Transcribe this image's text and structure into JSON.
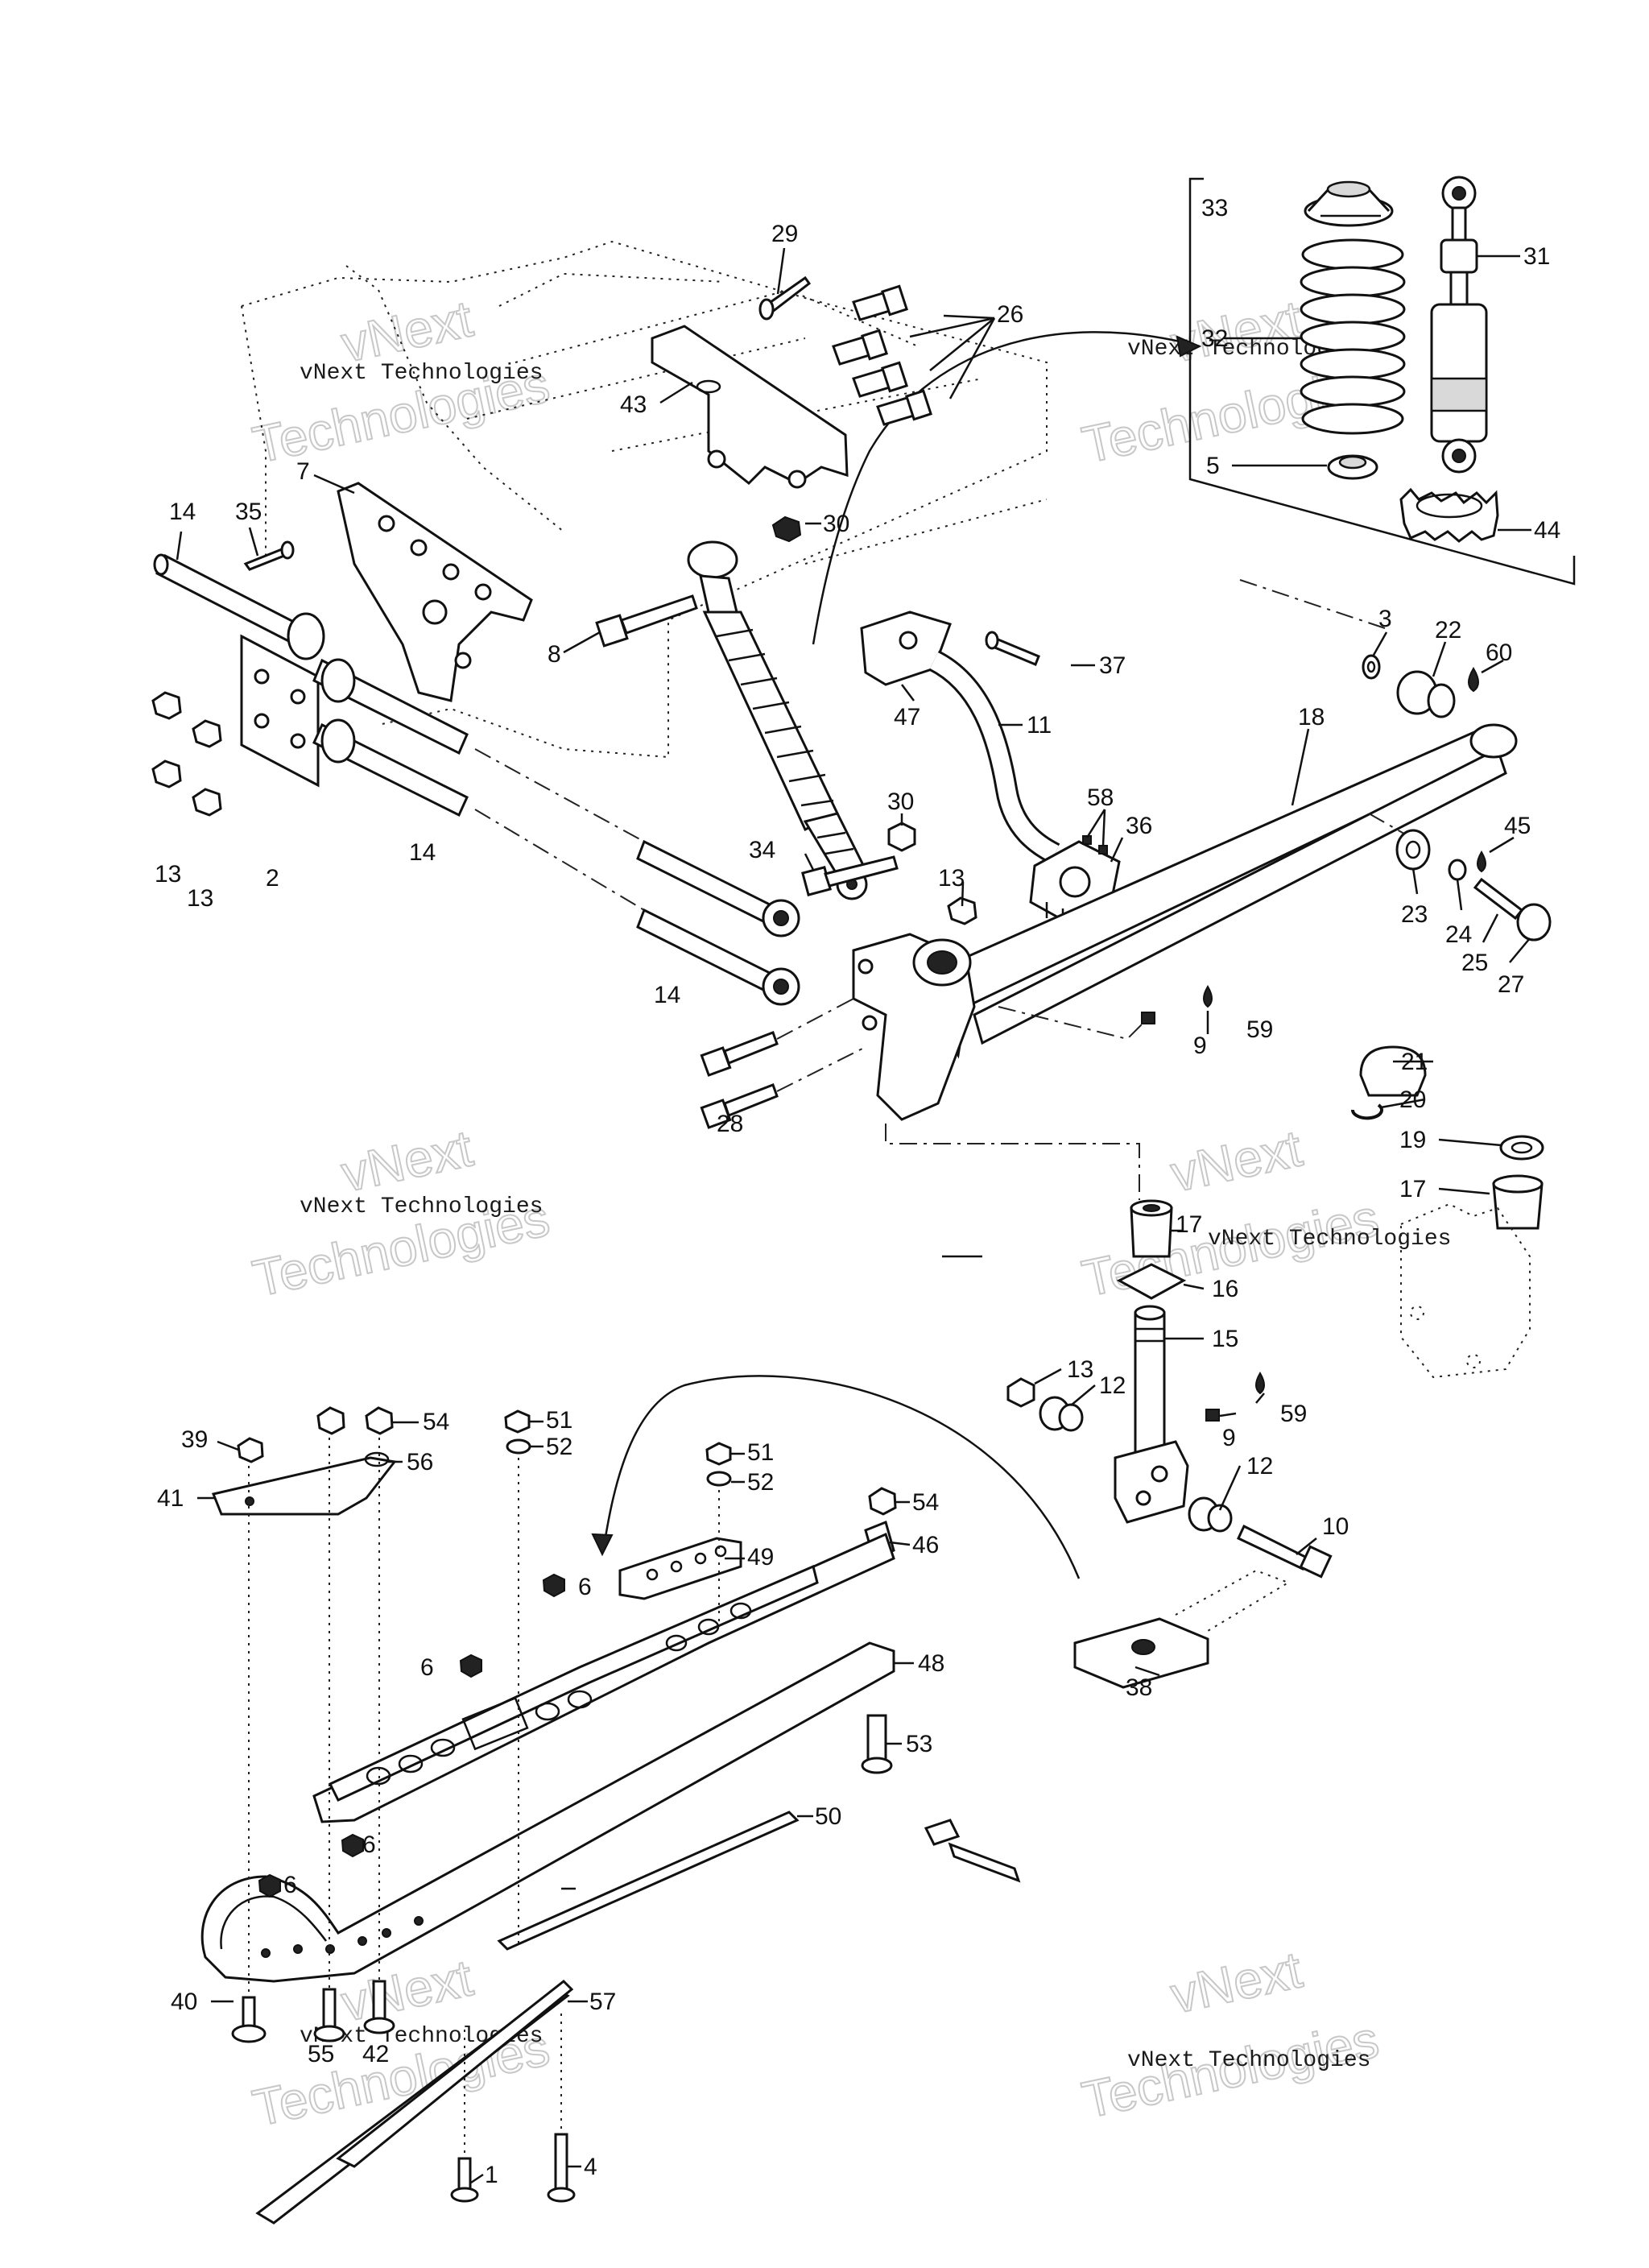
{
  "watermark": {
    "company": "vNext Technologies",
    "word1": "vNext",
    "word2": "Technologies"
  },
  "callouts": [
    {
      "id": "c1",
      "text": "1"
    },
    {
      "id": "c2",
      "text": "2"
    },
    {
      "id": "c3",
      "text": "3"
    },
    {
      "id": "c4",
      "text": "4"
    },
    {
      "id": "c5",
      "text": "5"
    },
    {
      "id": "c6a",
      "text": "6"
    },
    {
      "id": "c6b",
      "text": "6"
    },
    {
      "id": "c6c",
      "text": "6"
    },
    {
      "id": "c6d",
      "text": "6"
    },
    {
      "id": "c7",
      "text": "7"
    },
    {
      "id": "c8",
      "text": "8"
    },
    {
      "id": "c9a",
      "text": "9"
    },
    {
      "id": "c9b",
      "text": "9"
    },
    {
      "id": "c10",
      "text": "10"
    },
    {
      "id": "c11",
      "text": "11"
    },
    {
      "id": "c12a",
      "text": "12"
    },
    {
      "id": "c12b",
      "text": "12"
    },
    {
      "id": "c13a",
      "text": "13"
    },
    {
      "id": "c13b",
      "text": "13"
    },
    {
      "id": "c13c",
      "text": "13"
    },
    {
      "id": "c13d",
      "text": "13"
    },
    {
      "id": "c14a",
      "text": "14"
    },
    {
      "id": "c14b",
      "text": "14"
    },
    {
      "id": "c14c",
      "text": "14"
    },
    {
      "id": "c15",
      "text": "15"
    },
    {
      "id": "c16",
      "text": "16"
    },
    {
      "id": "c17a",
      "text": "17"
    },
    {
      "id": "c17b",
      "text": "17"
    },
    {
      "id": "c18",
      "text": "18"
    },
    {
      "id": "c19",
      "text": "19"
    },
    {
      "id": "c20",
      "text": "20"
    },
    {
      "id": "c21",
      "text": "21"
    },
    {
      "id": "c22",
      "text": "22"
    },
    {
      "id": "c23",
      "text": "23"
    },
    {
      "id": "c24",
      "text": "24"
    },
    {
      "id": "c25",
      "text": "25"
    },
    {
      "id": "c26",
      "text": "26"
    },
    {
      "id": "c27",
      "text": "27"
    },
    {
      "id": "c28",
      "text": "28"
    },
    {
      "id": "c29",
      "text": "29"
    },
    {
      "id": "c30a",
      "text": "30"
    },
    {
      "id": "c30b",
      "text": "30"
    },
    {
      "id": "c31",
      "text": "31"
    },
    {
      "id": "c32",
      "text": "32"
    },
    {
      "id": "c33",
      "text": "33"
    },
    {
      "id": "c34",
      "text": "34"
    },
    {
      "id": "c35",
      "text": "35"
    },
    {
      "id": "c36",
      "text": "36"
    },
    {
      "id": "c37",
      "text": "37"
    },
    {
      "id": "c38",
      "text": "38"
    },
    {
      "id": "c39",
      "text": "39"
    },
    {
      "id": "c40",
      "text": "40"
    },
    {
      "id": "c41",
      "text": "41"
    },
    {
      "id": "c42",
      "text": "42"
    },
    {
      "id": "c43",
      "text": "43"
    },
    {
      "id": "c44",
      "text": "44"
    },
    {
      "id": "c45",
      "text": "45"
    },
    {
      "id": "c46",
      "text": "46"
    },
    {
      "id": "c47",
      "text": "47"
    },
    {
      "id": "c48",
      "text": "48"
    },
    {
      "id": "c49",
      "text": "49"
    },
    {
      "id": "c50",
      "text": "50"
    },
    {
      "id": "c51a",
      "text": "51"
    },
    {
      "id": "c51b",
      "text": "51"
    },
    {
      "id": "c52a",
      "text": "52"
    },
    {
      "id": "c52b",
      "text": "52"
    },
    {
      "id": "c53",
      "text": "53"
    },
    {
      "id": "c54a",
      "text": "54"
    },
    {
      "id": "c54b",
      "text": "54"
    },
    {
      "id": "c55",
      "text": "55"
    },
    {
      "id": "c56",
      "text": "56"
    },
    {
      "id": "c57",
      "text": "57"
    },
    {
      "id": "c58",
      "text": "58"
    },
    {
      "id": "c59a",
      "text": "59"
    },
    {
      "id": "c59b",
      "text": "59"
    },
    {
      "id": "c60",
      "text": "60"
    }
  ]
}
